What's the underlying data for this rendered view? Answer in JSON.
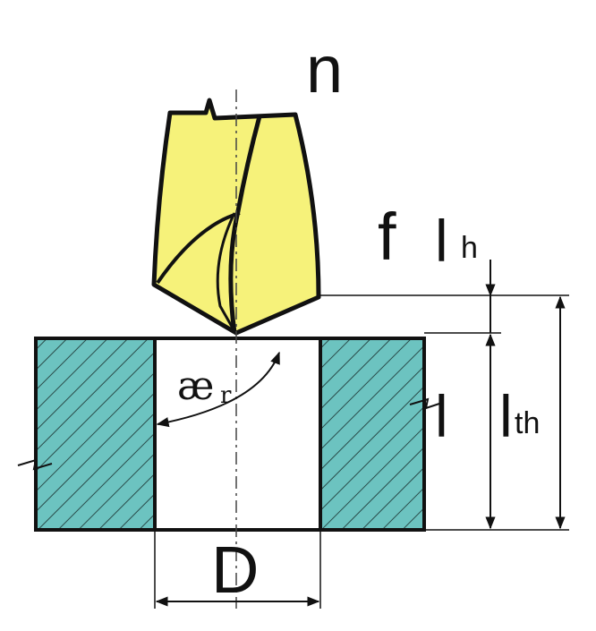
{
  "labels": {
    "rotation": "n",
    "feed": "f",
    "approach_main": "l",
    "approach_sub": "h",
    "depth": "l",
    "through_main": "l",
    "through_sub": "th",
    "diameter": "D",
    "angle_main": "æ",
    "angle_sub": "r"
  },
  "colors": {
    "drill": "#f6f27a",
    "workpiece": "#6cc3c0",
    "hatch": "#2a4c4a",
    "outline": "#111111"
  }
}
